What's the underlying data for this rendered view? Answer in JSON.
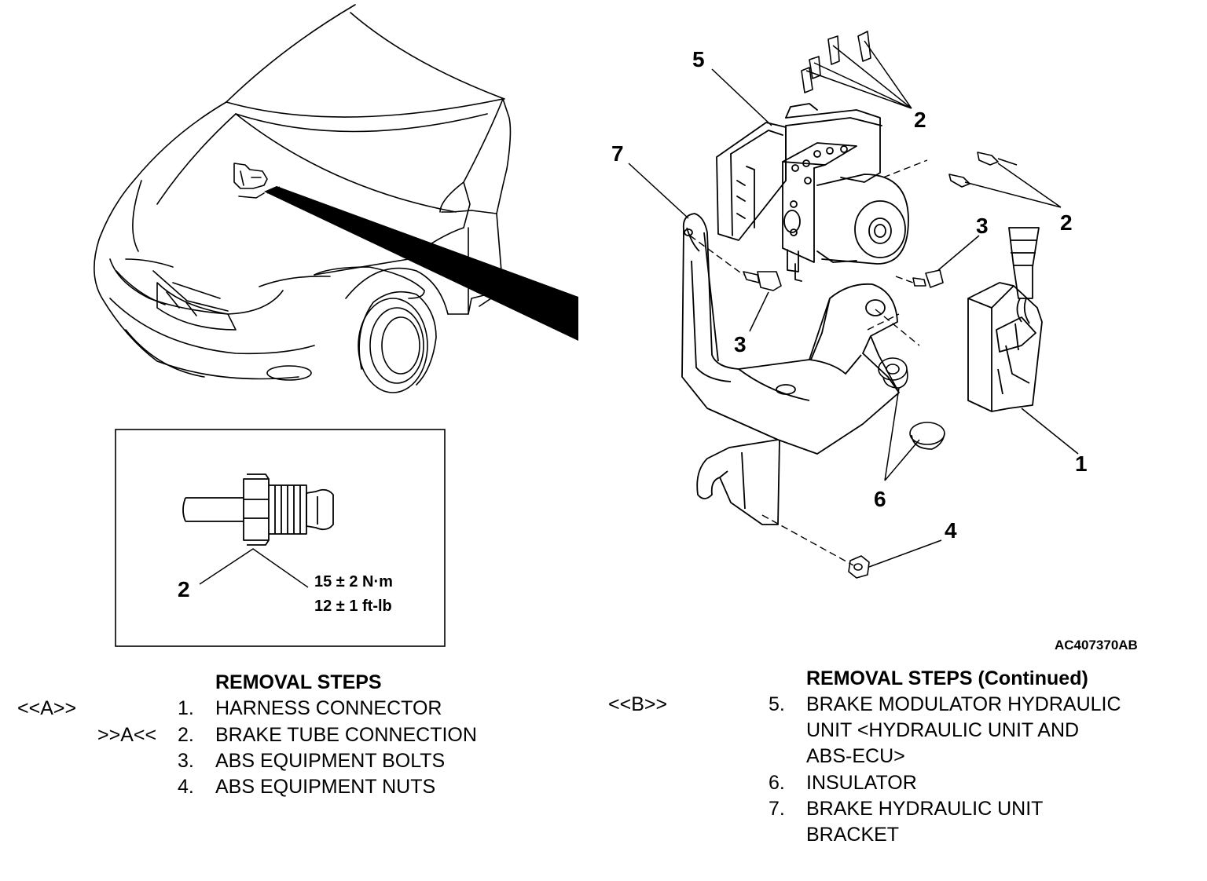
{
  "callouts": {
    "n1": "1",
    "n2a": "2",
    "n2b": "2",
    "n3a": "3",
    "n3b": "3",
    "n4": "4",
    "n5": "5",
    "n6": "6",
    "n7": "7"
  },
  "inset": {
    "label": "2",
    "torque_metric": "15 ± 2 N·m",
    "torque_imperial": "12 ± 1 ft-lb"
  },
  "figure_code": "AC407370AB",
  "removal_steps": {
    "heading": "REMOVAL STEPS",
    "items": [
      {
        "num": "1.",
        "text": "HARNESS CONNECTOR",
        "tag": "<<A>>"
      },
      {
        "num": "2.",
        "text": "BRAKE TUBE CONNECTION",
        "tag": ">>A<<"
      },
      {
        "num": "3.",
        "text": "ABS EQUIPMENT BOLTS"
      },
      {
        "num": "4.",
        "text": "ABS EQUIPMENT NUTS"
      }
    ]
  },
  "removal_steps_continued": {
    "heading": "REMOVAL STEPS (Continued)",
    "items": [
      {
        "num": "5.",
        "lines": [
          "BRAKE MODULATOR HYDRAULIC",
          "UNIT <HYDRAULIC UNIT AND",
          "ABS-ECU>"
        ],
        "tag": "<<B>>"
      },
      {
        "num": "6.",
        "lines": [
          "INSULATOR"
        ]
      },
      {
        "num": "7.",
        "lines": [
          "BRAKE HYDRAULIC UNIT",
          "BRACKET"
        ]
      }
    ]
  }
}
